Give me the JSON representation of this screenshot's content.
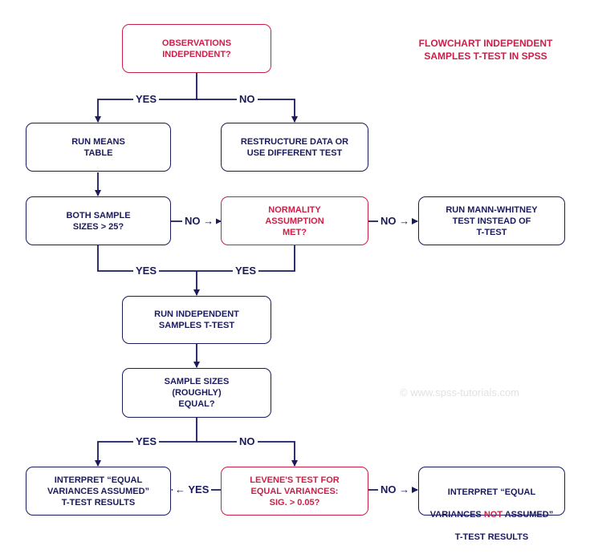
{
  "title": {
    "line1": "FLOWCHART INDEPENDENT",
    "line2": "SAMPLES T-TEST IN SPSS"
  },
  "watermark": "© www.spss-tutorials.com",
  "nodes": {
    "observations": "OBSERVATIONS\nINDEPENDENT?",
    "means_table": "RUN MEANS\nTABLE",
    "restructure": "RESTRUCTURE  DATA OR\nUSE DIFFERENT TEST",
    "sample_sizes_25": "BOTH SAMPLE\nSIZES > 25?",
    "normality": "NORMALITY\nASSUMPTION\nMET?",
    "mann_whitney": "RUN MANN-WHITNEY\nTEST INSTEAD OF\nT-TEST",
    "run_ttest": "RUN INDEPENDENT\nSAMPLES T-TEST",
    "equal_sizes": "SAMPLE SIZES\n(ROUGHLY)\nEQUAL?",
    "levene": "LEVENE'S TEST FOR\nEQUAL VARIANCES:\nSIG. > 0.05?",
    "equal_assumed": "INTERPRET “EQUAL\nVARIANCES ASSUMED”\nT-TEST RESULTS",
    "not_assumed": {
      "line1": "INTERPRET “EQUAL",
      "pre": "VARIANCES ",
      "not": "NOT",
      "post": " ASSUMED”",
      "line3": "T-TEST RESULTS"
    }
  },
  "labels": {
    "yes": "YES",
    "no": "NO",
    "arrow": "→",
    "arrow_left": "←"
  },
  "colors": {
    "navy": "#1a1a5e",
    "red": "#cc1f47"
  }
}
